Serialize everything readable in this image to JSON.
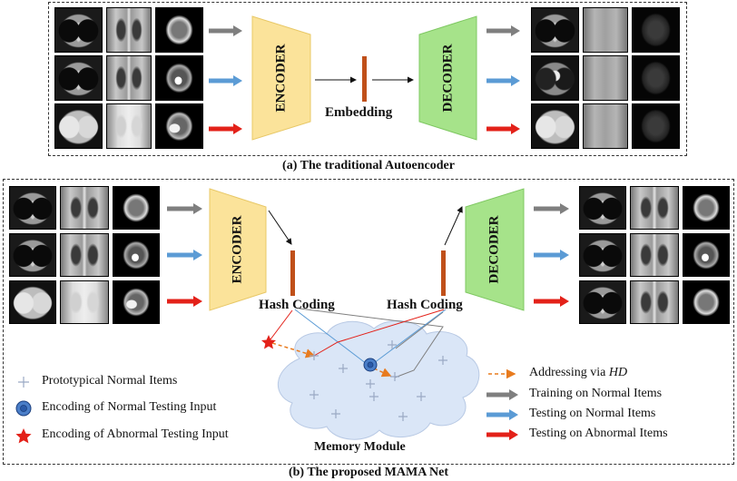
{
  "panel_a": {
    "caption": "(a) The traditional Autoencoder",
    "encoder_label": "ENCODER",
    "decoder_label": "DECODER",
    "embedding_label": "Embedding"
  },
  "panel_b": {
    "caption": "(b) The proposed MAMA Net",
    "encoder_label": "ENCODER",
    "decoder_label": "DECODER",
    "hash_left": "Hash Coding",
    "hash_right": "Hash Coding",
    "memory_label": "Memory Module"
  },
  "legend_left": [
    {
      "icon": "plus-icon",
      "label": "Prototypical Normal Items"
    },
    {
      "icon": "circle-icon",
      "label": "Encoding of Normal Testing Input"
    },
    {
      "icon": "star-icon",
      "label": "Encoding of Abnormal Testing Input"
    }
  ],
  "legend_right": {
    "addressing_prefix": "Addressing via ",
    "addressing_italic": "HD",
    "items": [
      {
        "label": "Training on Normal Items",
        "color": "#7f7f7f"
      },
      {
        "label": "Testing on Normal Items",
        "color": "#5b9bd5"
      },
      {
        "label": "Testing on Abnormal Items",
        "color": "#e32119"
      }
    ]
  },
  "colors": {
    "gray_arrow": "#7f7f7f",
    "blue_arrow": "#5b9bd5",
    "red_arrow": "#e32119",
    "encoder": "#fbe39a",
    "decoder": "#a6e38a",
    "embedding": "#c0501a",
    "cloud": "#dae6f7"
  }
}
